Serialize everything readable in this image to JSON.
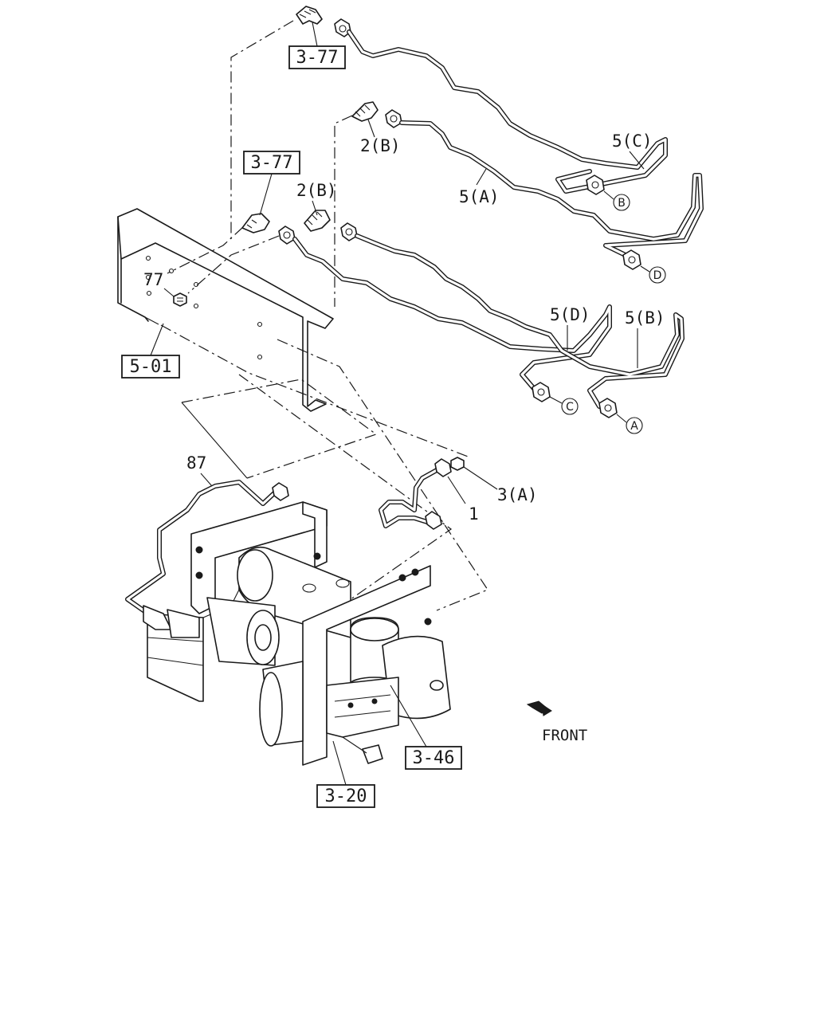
{
  "diagram": {
    "labels": {
      "ref_3_77_top": "3-77",
      "ref_3_77_mid": "3-77",
      "ref_5_01": "5-01",
      "ref_3_46": "3-46",
      "ref_3_20": "3-20",
      "part_2b_upper": "2(B)",
      "part_2b_lower": "2(B)",
      "part_5a": "5(A)",
      "part_5b": "5(B)",
      "part_5c": "5(C)",
      "part_5d": "5(D)",
      "part_77": "77",
      "part_87": "87",
      "part_1": "1",
      "part_3a": "3(A)",
      "conn_a": "A",
      "conn_b": "B",
      "conn_c": "C",
      "conn_d": "D",
      "front": "FRONT"
    },
    "icons": {
      "front_arrow": "front-arrow-icon"
    }
  }
}
